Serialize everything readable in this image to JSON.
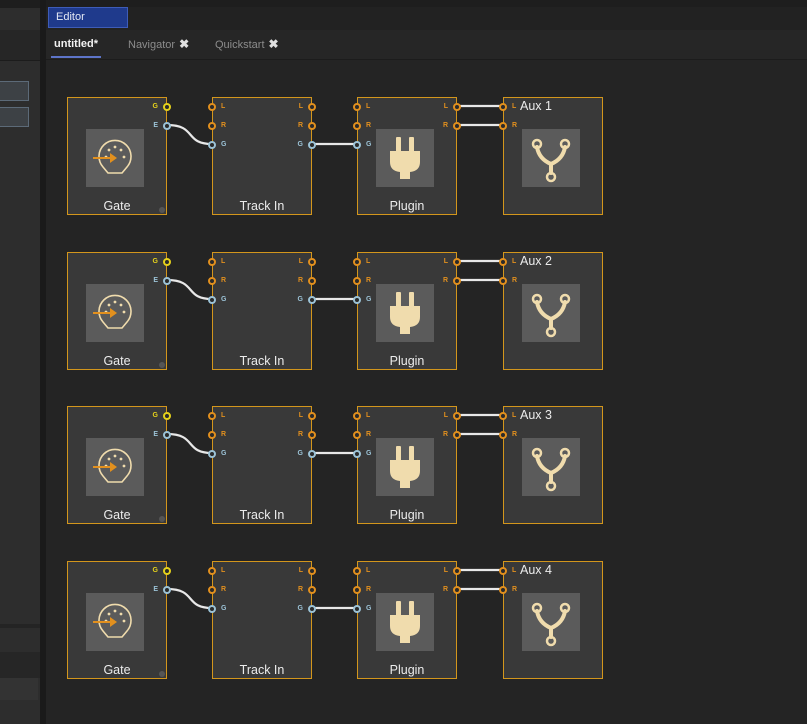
{
  "panel_tab": "Editor",
  "doc_tabs": {
    "active": "untitled*",
    "navigator": "Navigator",
    "quickstart": "Quickstart",
    "close_glyph": "✖"
  },
  "nodes": {
    "gate_label": "Gate",
    "track_in_label": "Track In",
    "plugin_label": "Plugin"
  },
  "port_labels": {
    "g": "G",
    "e": "E",
    "l": "L",
    "r": "R"
  },
  "rows": [
    {
      "aux_title": "Aux 1"
    },
    {
      "aux_title": "Aux 2"
    },
    {
      "aux_title": "Aux 3"
    },
    {
      "aux_title": "Aux 4"
    }
  ],
  "colors": {
    "node_border": "#d3961c",
    "node_fill": "#393939",
    "port_orange": "#e2901e",
    "port_yellow": "#e6d21b",
    "port_blue": "#9cc3d7",
    "icon_cream": "#f0dcad",
    "wire": "#e8e8e8",
    "tab_blue": "#1f3a8c"
  },
  "icons": {
    "gate": "midi-din-arrow-icon",
    "plugin": "power-plug-icon",
    "aux": "split-branch-icon"
  }
}
